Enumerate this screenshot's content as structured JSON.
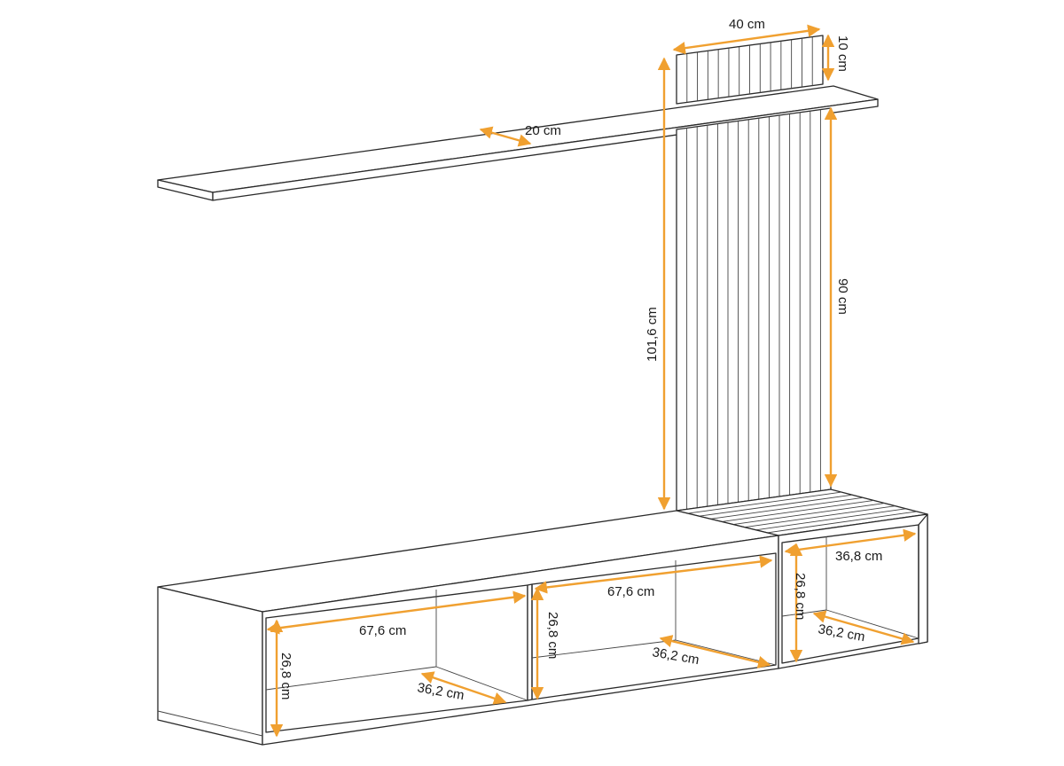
{
  "accent_color": "#F0A030",
  "dimensions": {
    "slat_panel_width": "40 cm",
    "slat_panel_height": "10 cm",
    "shelf_depth": "20 cm",
    "total_height": "101,6 cm",
    "panel_height": "90 cm",
    "left_width": "67,6 cm",
    "left_height": "26,8 cm",
    "left_depth": "36,2 cm",
    "mid_width": "67,6 cm",
    "mid_height": "26,8 cm",
    "mid_depth": "36,2 cm",
    "right_width": "36,8 cm",
    "right_height": "26,8 cm",
    "right_depth": "36,2 cm"
  }
}
